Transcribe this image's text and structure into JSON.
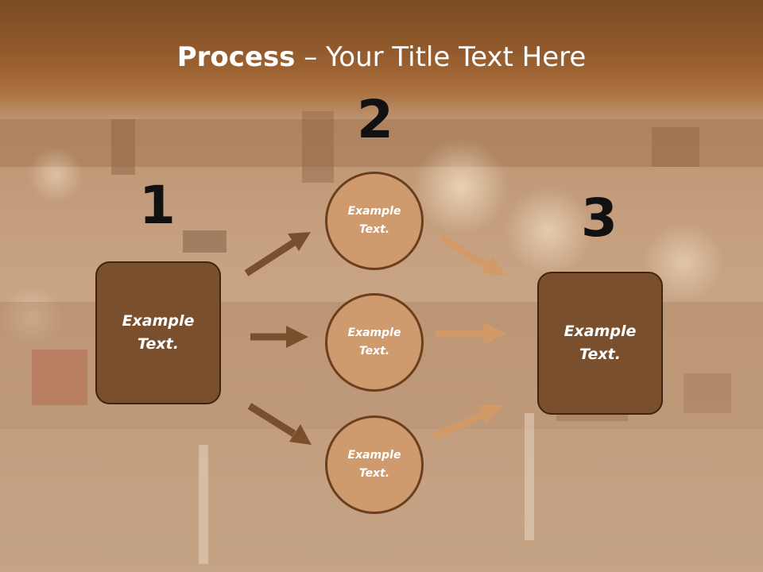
{
  "title": {
    "bold": "Process",
    "rest": " – Your Title Text Here"
  },
  "steps": [
    {
      "number": "1",
      "line1": "Example",
      "line2": "Text."
    },
    {
      "number": "2"
    },
    {
      "number": "3",
      "line1": "Example",
      "line2": "Text."
    }
  ],
  "circles": [
    {
      "line1": "Example",
      "line2": "Text."
    },
    {
      "line1": "Example",
      "line2": "Text."
    },
    {
      "line1": "Example",
      "line2": "Text."
    }
  ],
  "colors": {
    "header": "#9a6030",
    "box_fill": "#7a4f2d",
    "circle_fill": "#cf9a6e",
    "arrow_dark": "#7a4f2d",
    "arrow_light": "#d29a68"
  }
}
